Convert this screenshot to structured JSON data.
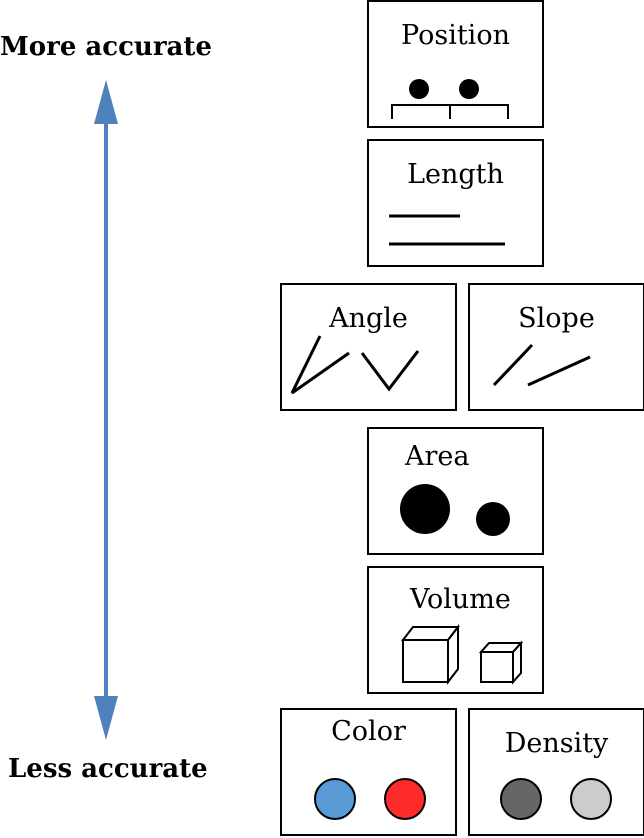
{
  "scale": {
    "top_label": "More accurate",
    "bottom_label": "Less accurate",
    "arrow_color": "#4f81bd"
  },
  "encodings": [
    {
      "key": "position",
      "label": "Position"
    },
    {
      "key": "length",
      "label": "Length"
    },
    {
      "key": "angle",
      "label": "Angle"
    },
    {
      "key": "slope",
      "label": "Slope"
    },
    {
      "key": "area",
      "label": "Area"
    },
    {
      "key": "volume",
      "label": "Volume"
    },
    {
      "key": "color",
      "label": "Color"
    },
    {
      "key": "density",
      "label": "Density"
    }
  ],
  "colors": {
    "color_hue_1": "#5b9bd5",
    "color_hue_2": "#ff2a2a",
    "density_dark": "#666666",
    "density_light": "#cccccc"
  }
}
